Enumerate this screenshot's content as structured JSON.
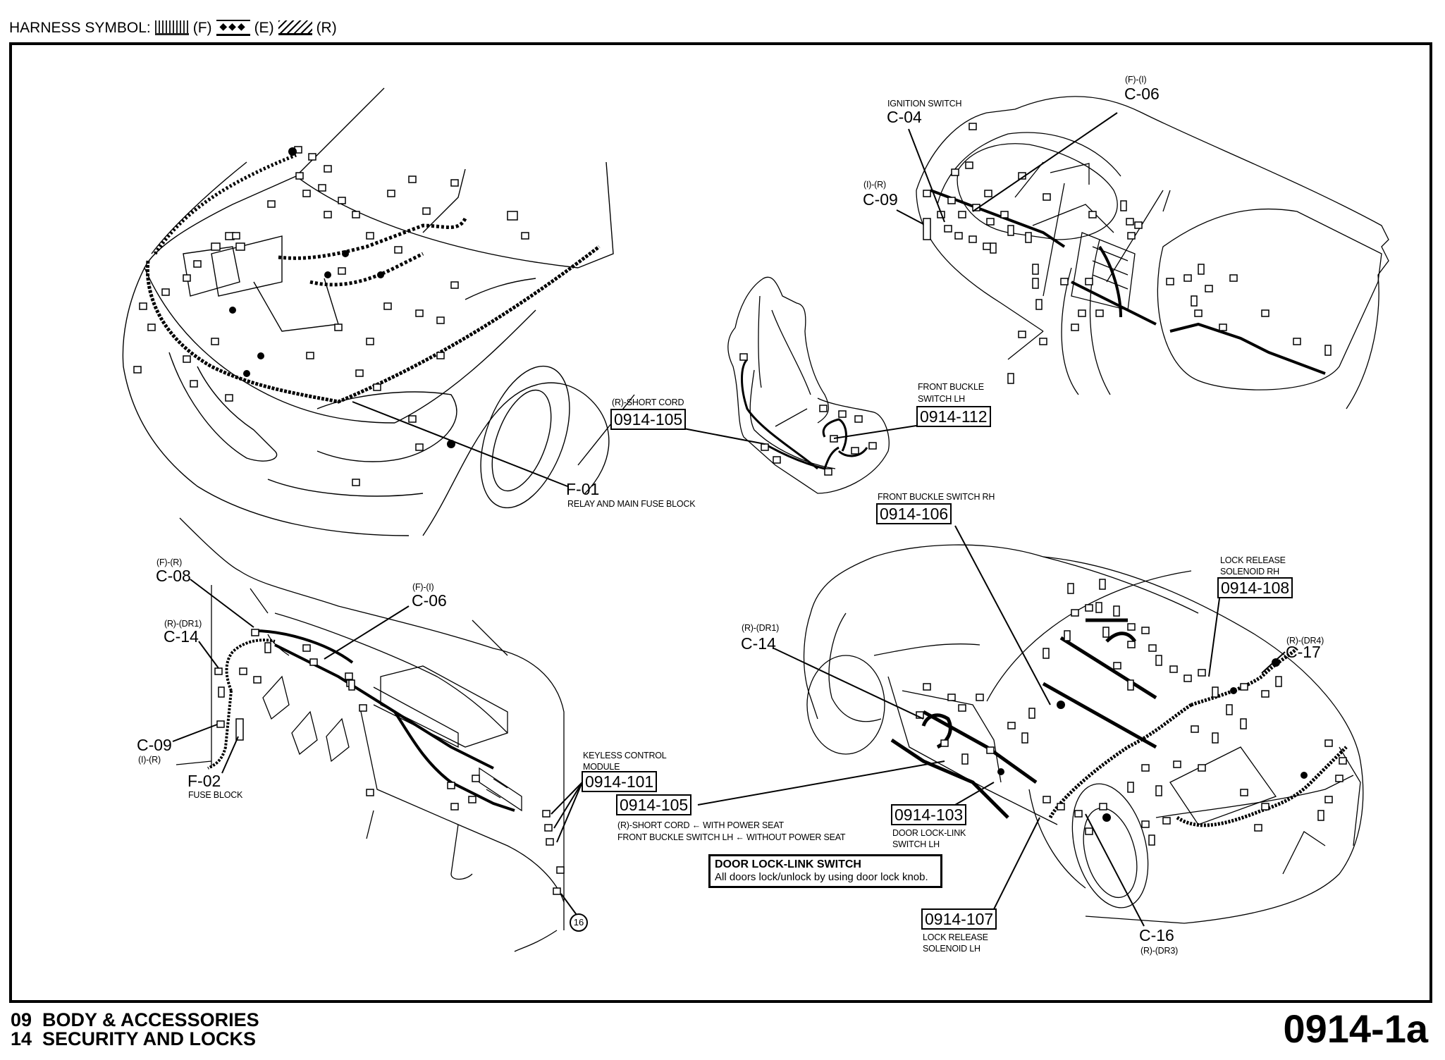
{
  "header": {
    "title": "HARNESS SYMBOL:",
    "symbols": [
      {
        "icon": "dotted-harness-icon",
        "label": "(F)"
      },
      {
        "icon": "diamond-harness-icon",
        "glyph": "◆◆◆",
        "label": "(E)"
      },
      {
        "icon": "hatched-harness-icon",
        "label": "(R)"
      }
    ]
  },
  "engine_bay": {
    "f01": {
      "code": "F-01",
      "name": "RELAY AND MAIN FUSE BLOCK"
    }
  },
  "dashboard": {
    "c04": {
      "name": "IGNITION SWITCH",
      "code": "C-04"
    },
    "c06": {
      "route": "(F)-(I)",
      "code": "C-06"
    },
    "c09": {
      "route": "(I)-(R)",
      "code": "C-09"
    }
  },
  "seat": {
    "short_cord": {
      "name": "(R)-SHORT CORD",
      "ref": "0914-105"
    },
    "buckle_lh": {
      "name_line1": "FRONT BUCKLE",
      "name_line2": "SWITCH LH",
      "ref": "0914-112"
    }
  },
  "lower_left": {
    "c08": {
      "route": "(F)-(R)",
      "code": "C-08"
    },
    "c06": {
      "route": "(F)-(I)",
      "code": "C-06"
    },
    "c14": {
      "route": "(R)-(DR1)",
      "code": "C-14"
    },
    "c09": {
      "code": "C-09",
      "route": "(I)-(R)"
    },
    "f02": {
      "code": "F-02",
      "name": "FUSE BLOCK"
    },
    "keyless": {
      "name_line1": "KEYLESS CONTROL",
      "name_line2": "MODULE",
      "ref": "0914-101"
    },
    "ground_point": "16"
  },
  "body": {
    "buckle_rh": {
      "name": "FRONT BUCKLE SWITCH RH",
      "ref": "0914-106"
    },
    "lock_release_rh": {
      "name_line1": "LOCK RELEASE",
      "name_line2": "SOLENOID RH",
      "ref": "0914-108"
    },
    "c14": {
      "route": "(R)-(DR1)",
      "code": "C-14"
    },
    "c17": {
      "route": "(R)-(DR4)",
      "code": "C-17"
    },
    "ref105": {
      "ref": "0914-105",
      "line1": "(R)-SHORT CORD ← WITH POWER SEAT",
      "line2": "FRONT BUCKLE SWITCH LH ← WITHOUT POWER SEAT"
    },
    "door_lock_link_lh": {
      "ref": "0914-103",
      "name_line1": "DOOR LOCK-LINK",
      "name_line2": "SWITCH LH"
    },
    "lock_release_lh": {
      "ref": "0914-107",
      "name_line1": "LOCK RELEASE",
      "name_line2": "SOLENOID LH"
    },
    "c16": {
      "code": "C-16",
      "route": "(R)-(DR3)"
    }
  },
  "note": {
    "title": "DOOR LOCK-LINK SWITCH",
    "text": "All doors lock/unlock by using door lock knob."
  },
  "footer": {
    "line1": "09  BODY & ACCESSORIES",
    "line2": "14  SECURITY AND LOCKS",
    "page_number": "0914-1a"
  }
}
